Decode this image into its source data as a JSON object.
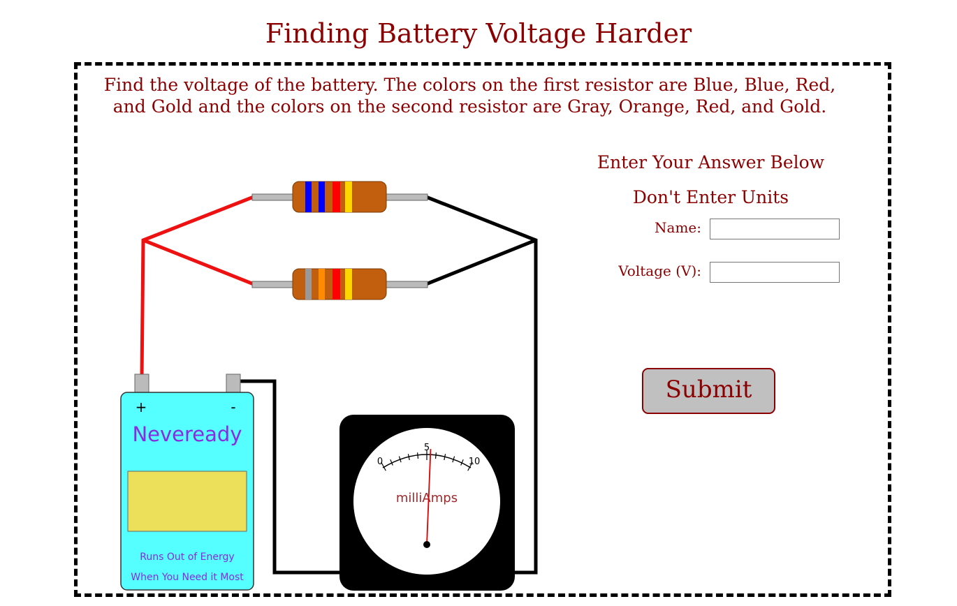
{
  "page": {
    "title": "Finding Battery Voltage Harder",
    "instructions": "Find the voltage of the battery. The colors on the first resistor are Blue, Blue, Red, and Gold and the colors on the second resistor are Gray, Orange, Red, and Gold."
  },
  "answer": {
    "heading": "Enter Your Answer Below",
    "units_note": "Don't Enter Units",
    "name_label": "Name:",
    "name_value": "",
    "voltage_label": "Voltage (V):",
    "voltage_value": "",
    "submit_label": "Submit"
  },
  "circuit": {
    "resistor1_bands": [
      "Blue",
      "Blue",
      "Red",
      "Gold"
    ],
    "resistor2_bands": [
      "Gray",
      "Orange",
      "Red",
      "Gold"
    ],
    "battery": {
      "plus_symbol": "+",
      "minus_symbol": "-",
      "brand": "Neveready",
      "tagline_line1": "Runs Out of Energy",
      "tagline_line2": "When You Need it Most"
    },
    "meter": {
      "unit_label": "milliAmps",
      "tick_min": "0",
      "tick_mid": "5",
      "tick_max": "10",
      "reading": 5.4
    }
  },
  "colors": {
    "accent": "#8b0000",
    "positive_wire": "#ee1111",
    "negative_wire": "#000000",
    "battery_body": "#55ffff",
    "battery_label_panel": "#ece05a",
    "brand_text": "#8a2be2",
    "resistor_body": "#c15f0e",
    "needle": "#dd0000"
  }
}
